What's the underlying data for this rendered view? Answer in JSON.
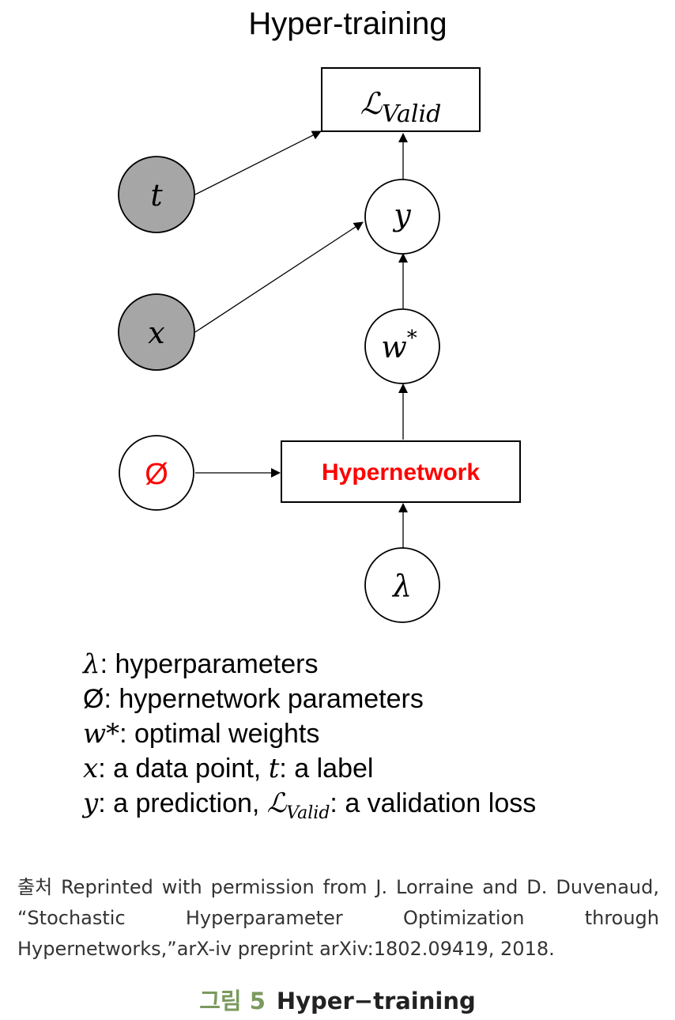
{
  "title": "Hyper-training",
  "nodes": {
    "loss": {
      "main": "ℒ",
      "sub": "Valid"
    },
    "t": "t",
    "x": "x",
    "y": "y",
    "w": {
      "main": "w",
      "sup": "*"
    },
    "phi": "Ø",
    "hypernetwork": "Hypernetwork",
    "lambda": "λ"
  },
  "colors": {
    "observed_fill": "#a6a6a6",
    "hypernetwork_text": "#ff0000",
    "caption_number": "#7a9a5e"
  },
  "legend": [
    {
      "symbol": "λ",
      "text": ": hyperparameters"
    },
    {
      "symbol": "Ø",
      "text": ": hypernetwork parameters"
    },
    {
      "symbol": "w*",
      "text": ": optimal weights"
    },
    {
      "symbol": "x",
      "text": ": a data point, ",
      "symbol2": "t",
      "text2": ":  a label"
    },
    {
      "symbol": "y",
      "text": ": a prediction, ",
      "symbol2": "ℒ",
      "sub2": "Valid",
      "text2": ":  a validation loss"
    }
  ],
  "source": "출처  Reprinted with permission from J. Lorraine and D. Duvenaud, “Stochastic Hyperparameter Optimization through Hypernetworks,”arX-iv preprint arXiv:1802.09419, 2018.",
  "caption": {
    "number": "그림 5",
    "text": "Hyper−training"
  }
}
